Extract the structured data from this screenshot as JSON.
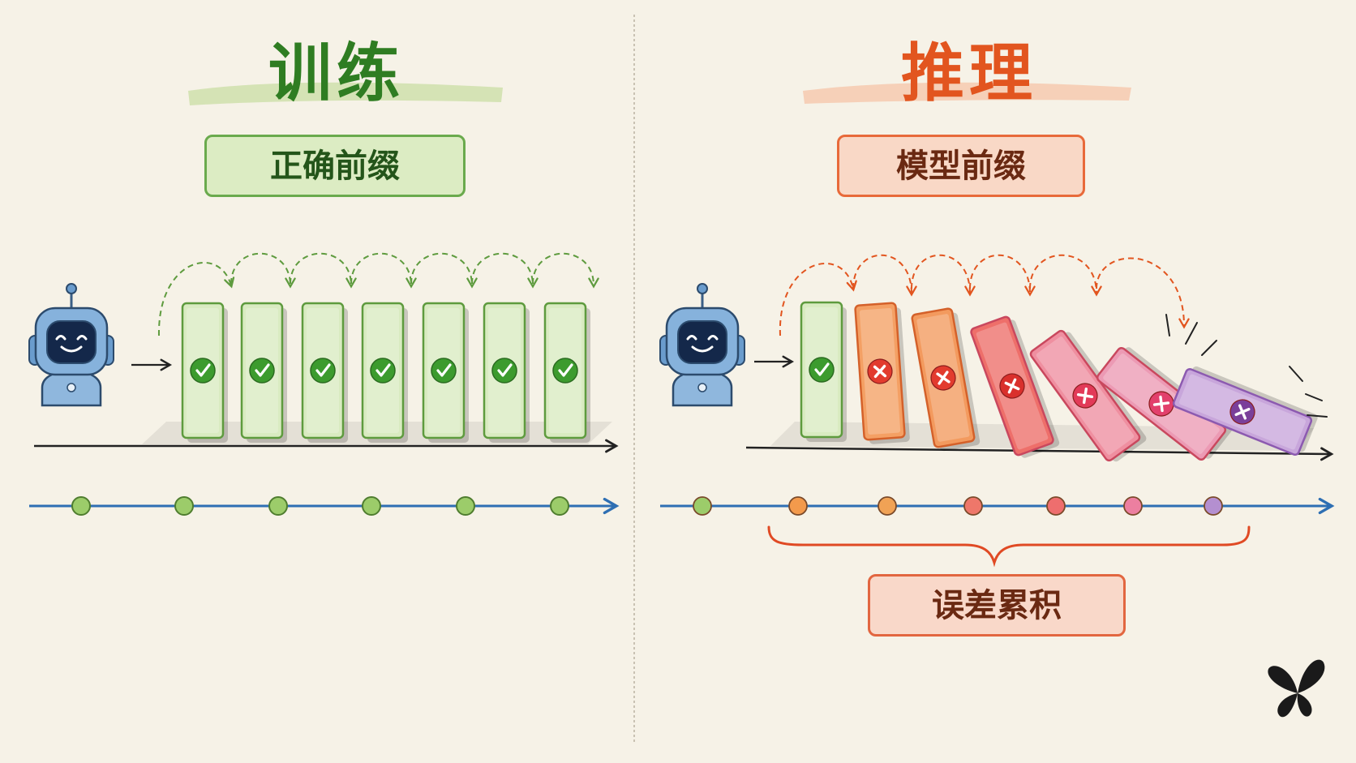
{
  "training": {
    "title": "训练",
    "badge": "正确前缀",
    "step_count": 7,
    "card_status": [
      "correct",
      "correct",
      "correct",
      "correct",
      "correct",
      "correct",
      "correct"
    ],
    "colors": {
      "accent": "#2f7d22",
      "card_fill": "#d9ebc1",
      "card_stroke": "#5e9b3e",
      "node": "#9ccc6a"
    }
  },
  "inference": {
    "title": "推理",
    "badge": "模型前缀",
    "step_count": 7,
    "card_status": [
      "correct",
      "wrong",
      "wrong",
      "wrong",
      "wrong",
      "wrong",
      "wrong"
    ],
    "card_colors": [
      "#d9ebc1",
      "#f4a064",
      "#f39a5e",
      "#ee6f6a",
      "#ef8fa0",
      "#ec9ab4",
      "#c8a6db"
    ],
    "node_colors": [
      "#9ccc6a",
      "#f39a4c",
      "#f0a255",
      "#ee776a",
      "#ee6e6e",
      "#ec7fa0",
      "#b48fd0"
    ],
    "error_label": "误差累积",
    "colors": {
      "accent": "#e2551f"
    }
  },
  "icons": [
    "robot-icon",
    "check-icon",
    "cross-icon",
    "arrow-right-icon",
    "curly-brace-icon",
    "butterfly-logo"
  ]
}
